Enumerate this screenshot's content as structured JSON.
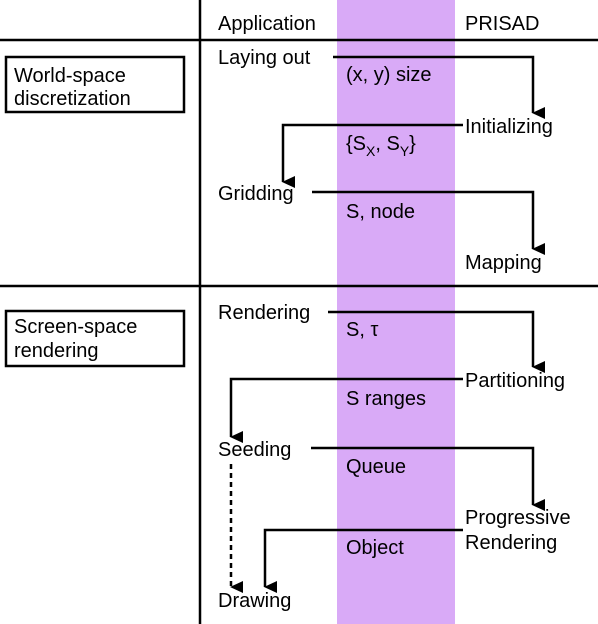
{
  "header": {
    "application": "Application",
    "prisad": "PRISAD"
  },
  "sections": [
    {
      "label_line1": "World-space",
      "label_line2": "discretization"
    },
    {
      "label_line1": "Screen-space",
      "label_line2": "rendering"
    }
  ],
  "application_steps": [
    "Laying out",
    "Gridding",
    "Rendering",
    "Seeding",
    "Drawing"
  ],
  "prisad_steps": [
    "Initializing",
    "Mapping",
    "Partitioning",
    "Progressive",
    "Rendering"
  ],
  "flows": [
    "(x, y) size",
    "S, node",
    "S, τ",
    "S ranges",
    "Queue",
    "Object"
  ],
  "flow_sx": {
    "open": "{S",
    "sub_x": "X",
    "sep": ", S",
    "sub_y": "Y",
    "close": "}"
  },
  "colors": {
    "band": "#d9aaf7",
    "line": "#000000",
    "background": "#ffffff"
  }
}
